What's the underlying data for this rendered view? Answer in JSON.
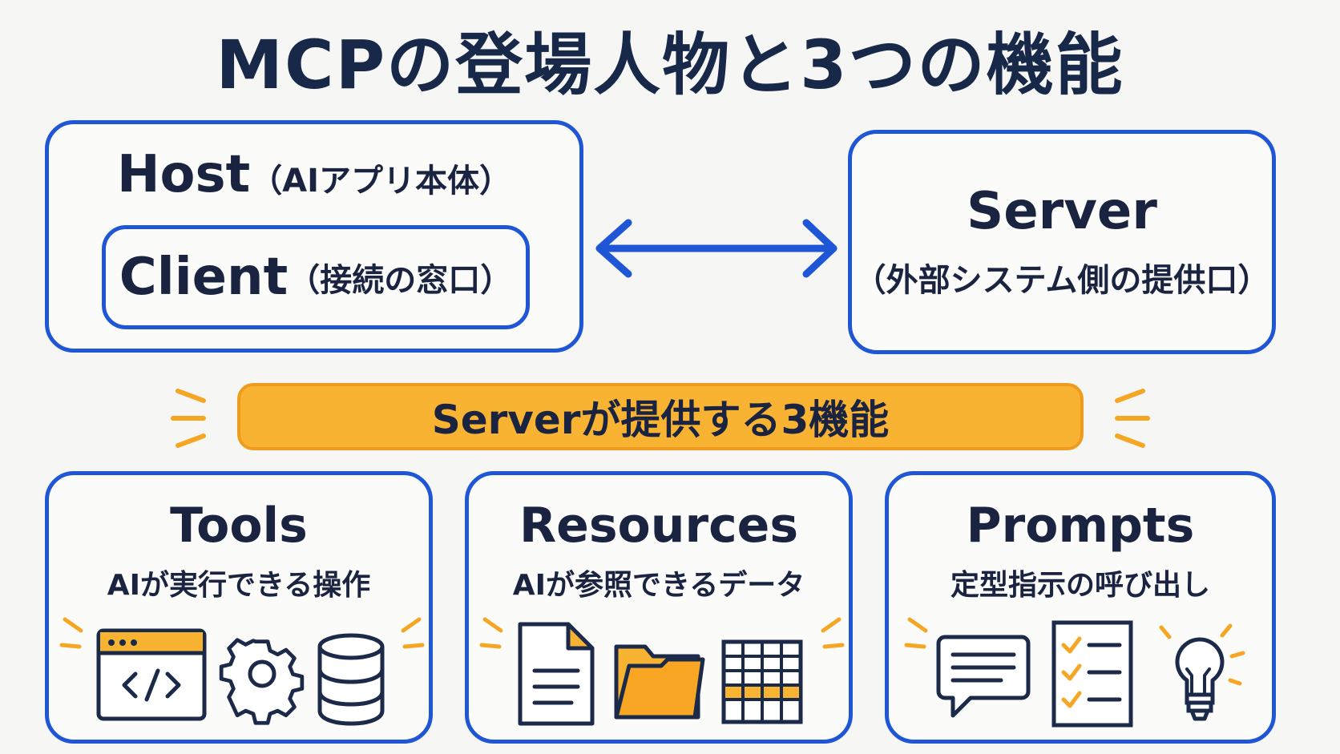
{
  "title": "MCPの登場人物と3つの機能",
  "host": {
    "name": "Host",
    "desc": "（AIアプリ本体）"
  },
  "client": {
    "name": "Client",
    "desc": "（接続の窓口）"
  },
  "server": {
    "name": "Server",
    "desc": "（外部システム側の提供口）"
  },
  "banner": "Serverが提供する3機能",
  "features": [
    {
      "name": "Tools",
      "desc": "AIが実行できる操作",
      "icons": [
        "code-window-icon",
        "gear-icon",
        "database-icon"
      ]
    },
    {
      "name": "Resources",
      "desc": "AIが参照できるデータ",
      "icons": [
        "document-icon",
        "folder-icon",
        "table-icon"
      ]
    },
    {
      "name": "Prompts",
      "desc": "定型指示の呼び出し",
      "icons": [
        "speech-bubble-icon",
        "checklist-icon",
        "lightbulb-icon"
      ]
    }
  ],
  "colors": {
    "blue": "#1f56d6",
    "accent": "#f8b332",
    "text": "#1a2340"
  }
}
